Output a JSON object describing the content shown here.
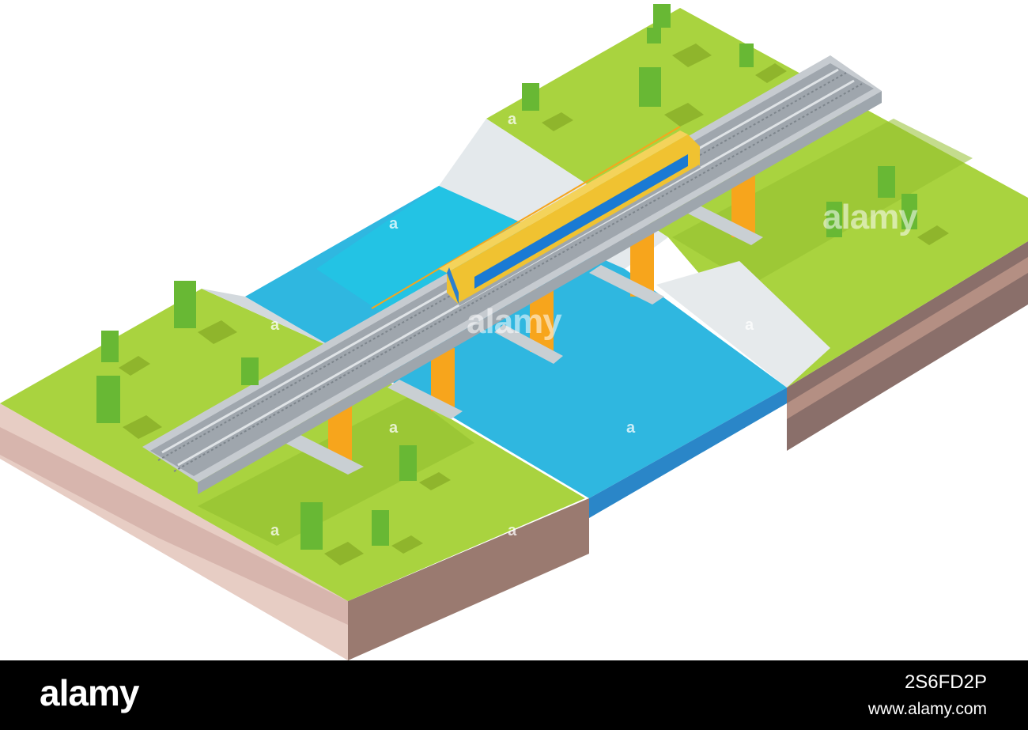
{
  "watermark": {
    "center_text": "alamy",
    "right_text": "alamy",
    "small_mark": "a"
  },
  "footer": {
    "logo_text": "alamy",
    "image_id": "2S6FD2P",
    "url": "www.alamy.com"
  },
  "colors": {
    "grass": "#a9d33f",
    "grass_dark": "#93c02f",
    "soil_light": "#e7cdc4",
    "soil_dark": "#8a6f6a",
    "water": "#2fb7e0",
    "water_light": "#1ec8e6",
    "concrete": "#e6eaec",
    "pillar": "#f7a51c",
    "deck": "#c6cbd0",
    "train_body": "#f0c231",
    "train_window": "#1a7ad4",
    "tree": "#68b834",
    "footer_bg": "#000000"
  },
  "icons": [
    "train-icon",
    "tree-icon",
    "bridge-icon"
  ]
}
